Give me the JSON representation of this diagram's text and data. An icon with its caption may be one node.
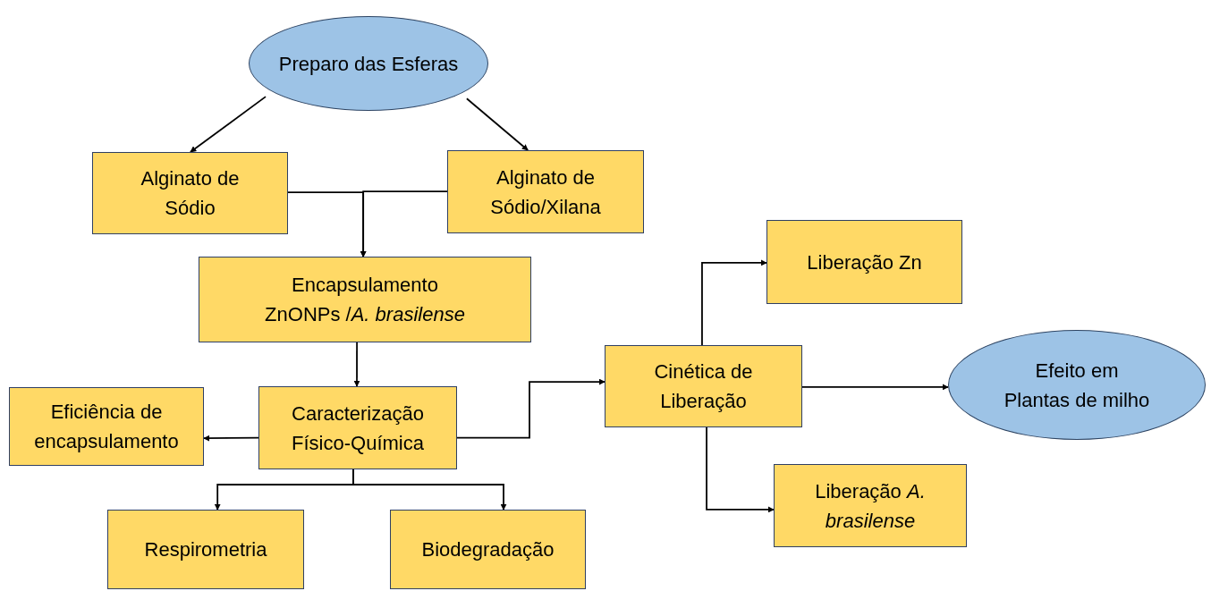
{
  "diagram": {
    "nodes": [
      {
        "text": [
          "Preparo das Esferas"
        ]
      },
      {
        "text": [
          "Alginato de Sódio"
        ]
      },
      {
        "text": [
          "Alginato de Sódio/Xilana"
        ]
      },
      {
        "text": [
          "Encapsulamento ZnONPs /*A. brasilense*"
        ]
      },
      {
        "text": [
          "Caracterização Físico-Química"
        ]
      },
      {
        "text": [
          "Eficiência de encapsulamento"
        ]
      },
      {
        "text": [
          "Respirometria"
        ]
      },
      {
        "text": [
          "Biodegradação"
        ]
      },
      {
        "text": [
          "Cinética de Liberação"
        ]
      },
      {
        "text": [
          "Liberação Zn"
        ]
      },
      {
        "text": [
          "Liberação *A. brasilense*"
        ]
      },
      {
        "text": [
          "Efeito em Plantas de milho"
        ]
      }
    ],
    "edges": [
      {
        "from": 0,
        "to": 1,
        "arrow": "to"
      },
      {
        "from": 0,
        "to": 2,
        "arrow": "to"
      },
      {
        "from": 1,
        "to": 3,
        "arrow": "to"
      },
      {
        "from": 2,
        "to": 3,
        "arrow": "to"
      },
      {
        "from": 3,
        "to": 4,
        "arrow": "to"
      },
      {
        "from": 4,
        "to": 5,
        "arrow": "to"
      },
      {
        "from": 4,
        "to": 6,
        "arrow": "to"
      },
      {
        "from": 4,
        "to": 7,
        "arrow": "to"
      },
      {
        "from": 4,
        "to": 8,
        "arrow": "to"
      },
      {
        "from": 8,
        "to": 9,
        "arrow": "to"
      },
      {
        "from": 8,
        "to": 10,
        "arrow": "to"
      },
      {
        "from": 8,
        "to": 11,
        "arrow": "to"
      }
    ]
  }
}
